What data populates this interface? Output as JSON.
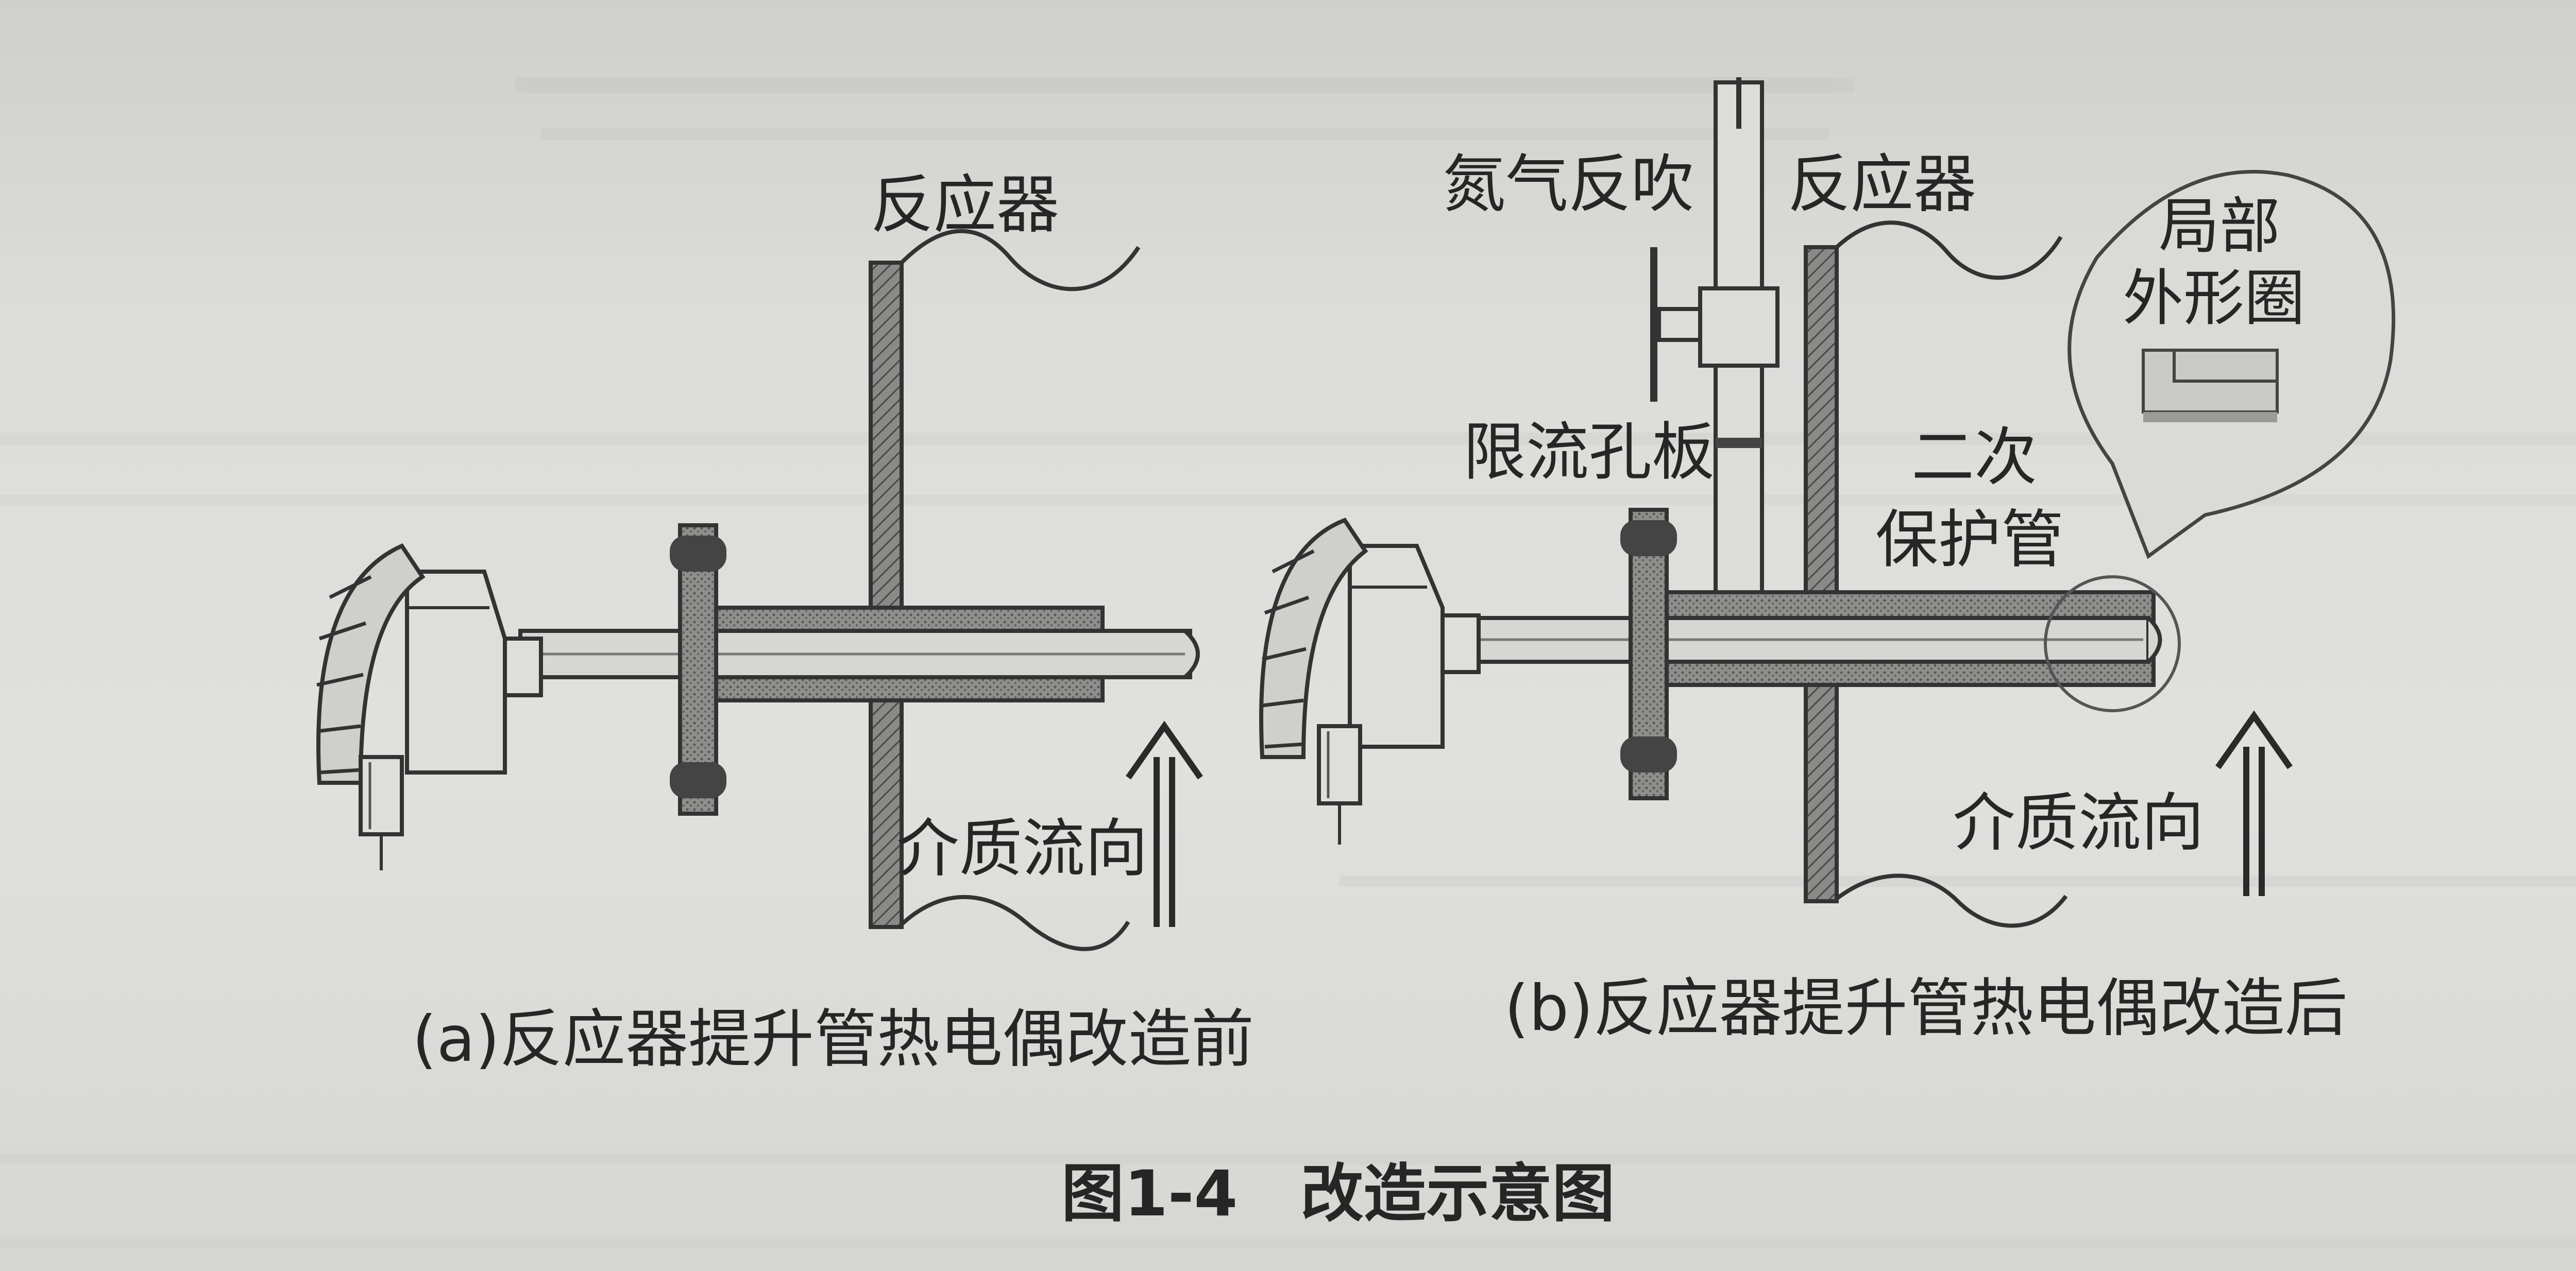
{
  "diagram_a": {
    "reactor_label": "反应器",
    "flow_label": "介质流向",
    "caption": "(a)反应器提升管热电偶改造前"
  },
  "diagram_b": {
    "nitrogen_label": "氮气反吹",
    "reactor_label": "反应器",
    "orifice_label": "限流孔板",
    "secondary_tube_label_line1": "二次",
    "secondary_tube_label_line2": "保护管",
    "detail_label_line1": "局部",
    "detail_label_line2": "外形圈",
    "flow_label": "介质流向",
    "caption": "(b)反应器提升管热电偶改造后"
  },
  "figure_title": "图1-4　改造示意图"
}
